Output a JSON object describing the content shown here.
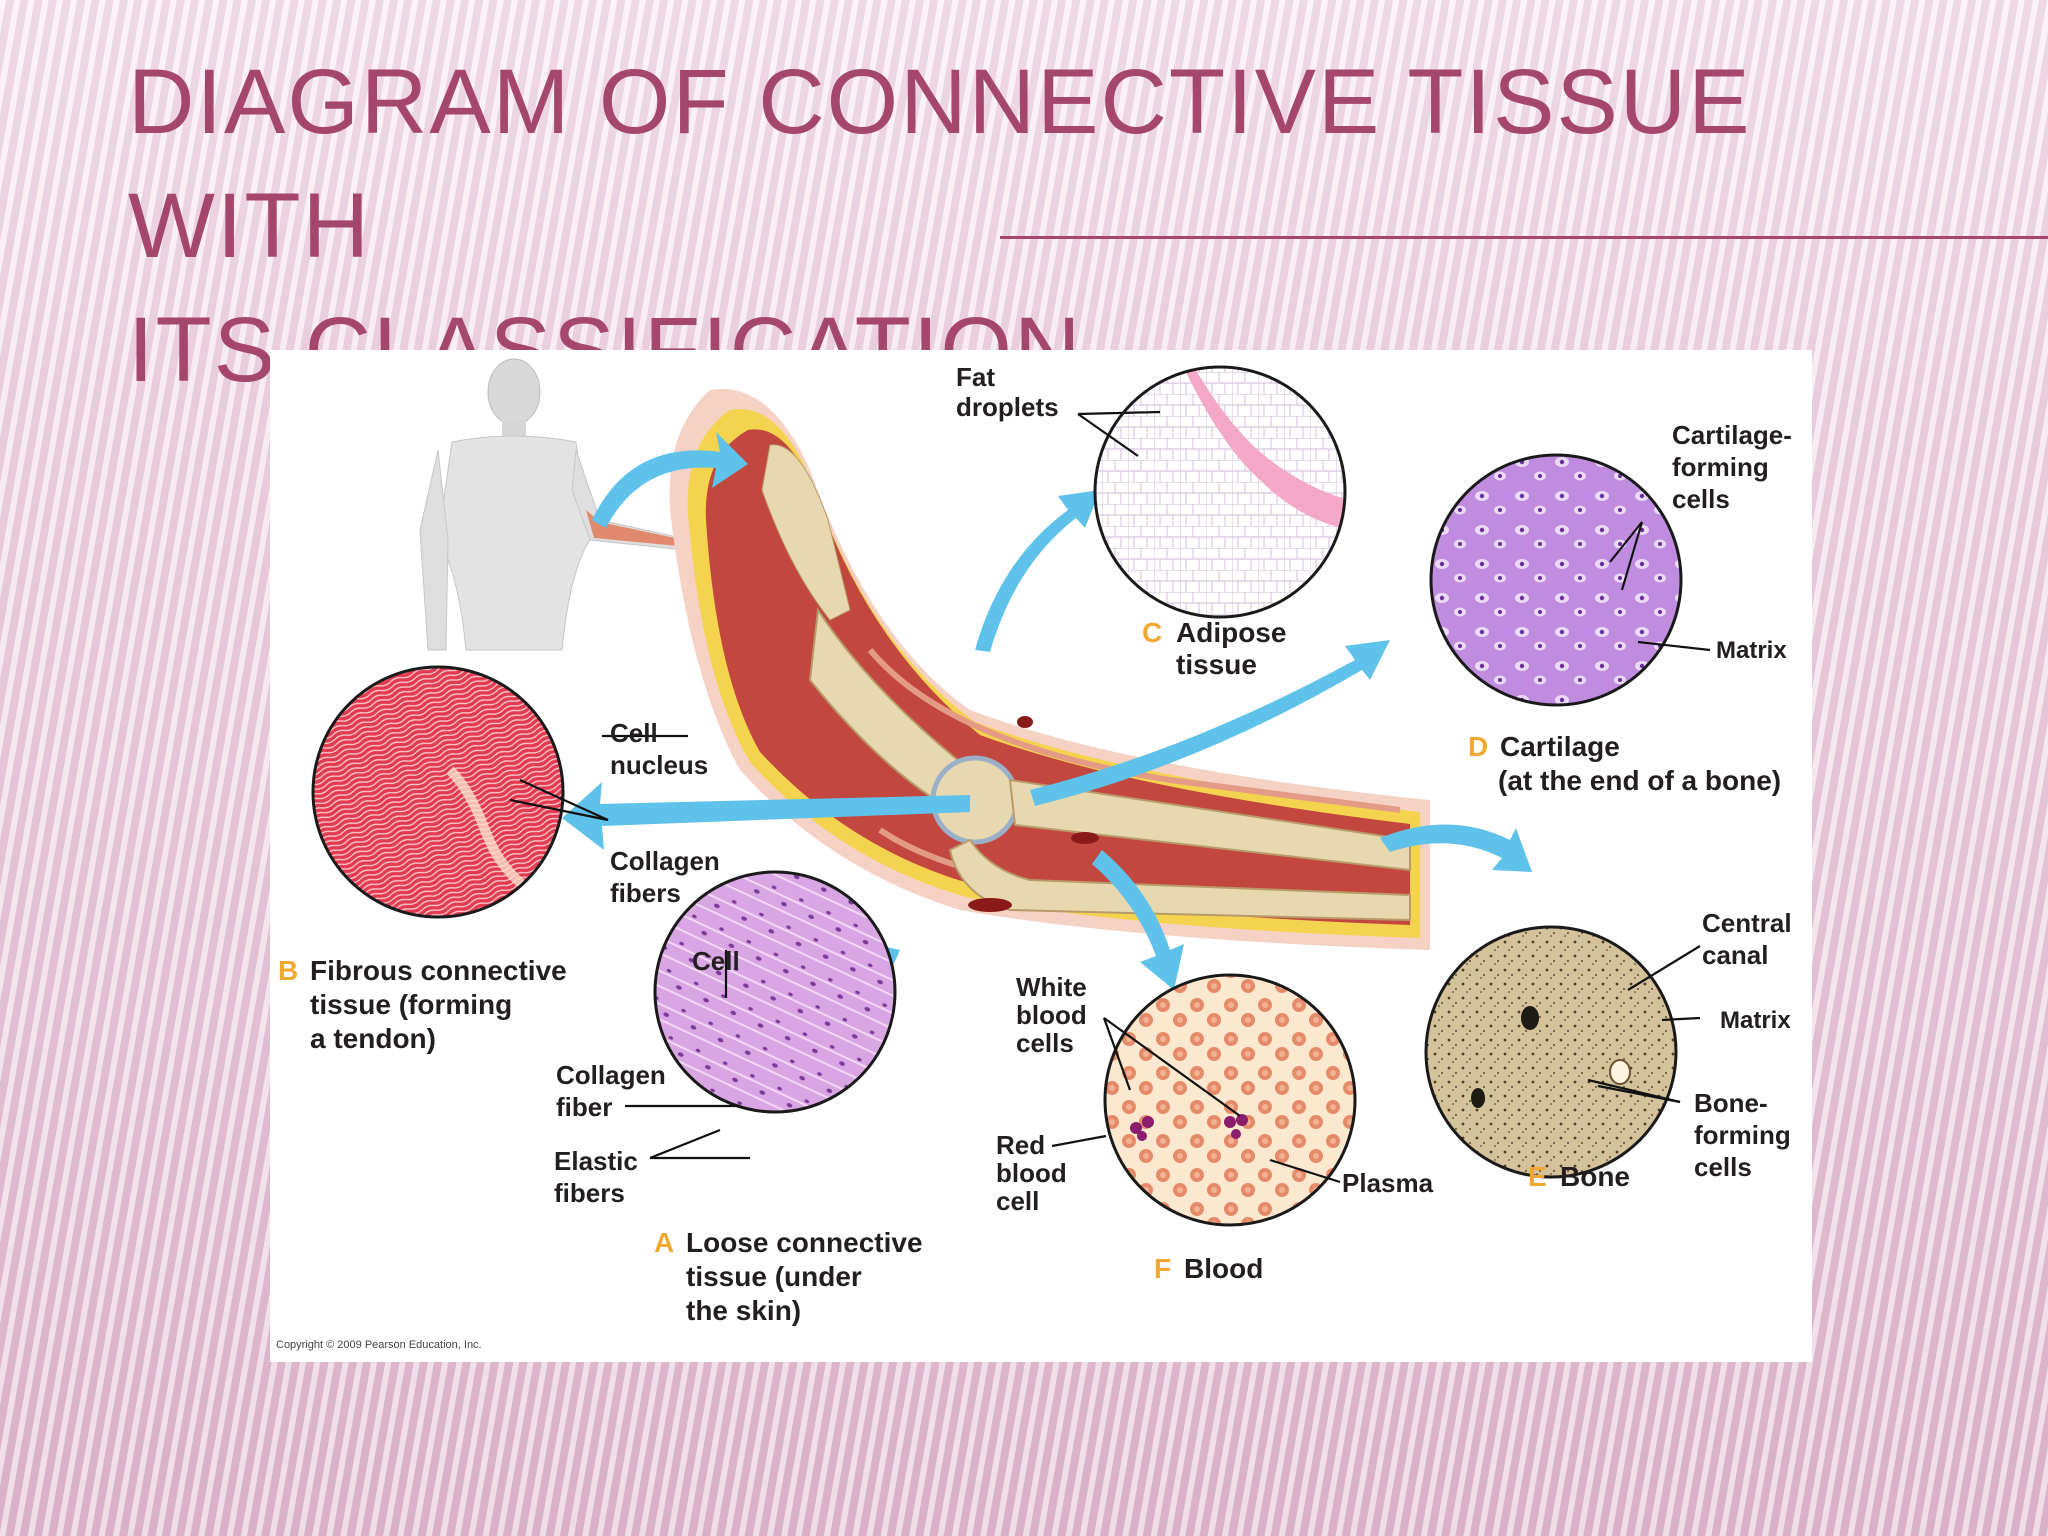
{
  "slide": {
    "title_line1": "DIAGRAM OF CONNECTIVE TISSUE WITH",
    "title_line2": "ITS CLASSIFICATION"
  },
  "figure": {
    "copyright": "Copyright © 2009 Pearson Education, Inc.",
    "tissues": {
      "a": {
        "letter": "A",
        "name_lines": [
          "Loose connective",
          "tissue (under",
          "the skin)"
        ],
        "labels": {
          "cell": "Cell",
          "collagen_fiber": [
            "Collagen",
            "fiber"
          ],
          "elastic_fibers": [
            "Elastic",
            "fibers"
          ]
        }
      },
      "b": {
        "letter": "B",
        "name_lines": [
          "Fibrous connective",
          "tissue (forming",
          "a tendon)"
        ],
        "labels": {
          "cell_nucleus": [
            "Cell",
            "nucleus"
          ],
          "collagen_fibers": [
            "Collagen",
            "fibers"
          ]
        }
      },
      "c": {
        "letter": "C",
        "name_lines": [
          "Adipose",
          "tissue"
        ],
        "labels": {
          "fat_droplets": [
            "Fat",
            "droplets"
          ]
        }
      },
      "d": {
        "letter": "D",
        "name_lines": [
          "Cartilage",
          "(at the end of a bone)"
        ],
        "labels": {
          "cartilage_forming_cells": [
            "Cartilage-",
            "forming",
            "cells"
          ],
          "matrix": "Matrix"
        }
      },
      "e": {
        "letter": "E",
        "name_lines": [
          "Bone"
        ],
        "labels": {
          "central_canal": [
            "Central",
            "canal"
          ],
          "matrix": "Matrix",
          "bone_forming_cells": [
            "Bone-",
            "forming",
            "cells"
          ]
        }
      },
      "f": {
        "letter": "F",
        "name_lines": [
          "Blood"
        ],
        "labels": {
          "white_blood_cells": [
            "White",
            "blood",
            "cells"
          ],
          "red_blood_cell": [
            "Red",
            "blood",
            "cell"
          ],
          "plasma": "Plasma"
        }
      }
    }
  },
  "colors": {
    "title": "#a5476d",
    "letter_accent": "#f0a830",
    "arrow": "#5fc2ea",
    "muscle": "#c2473f",
    "fat_layer": "#f4d44e",
    "bone": "#e8d8b0"
  }
}
